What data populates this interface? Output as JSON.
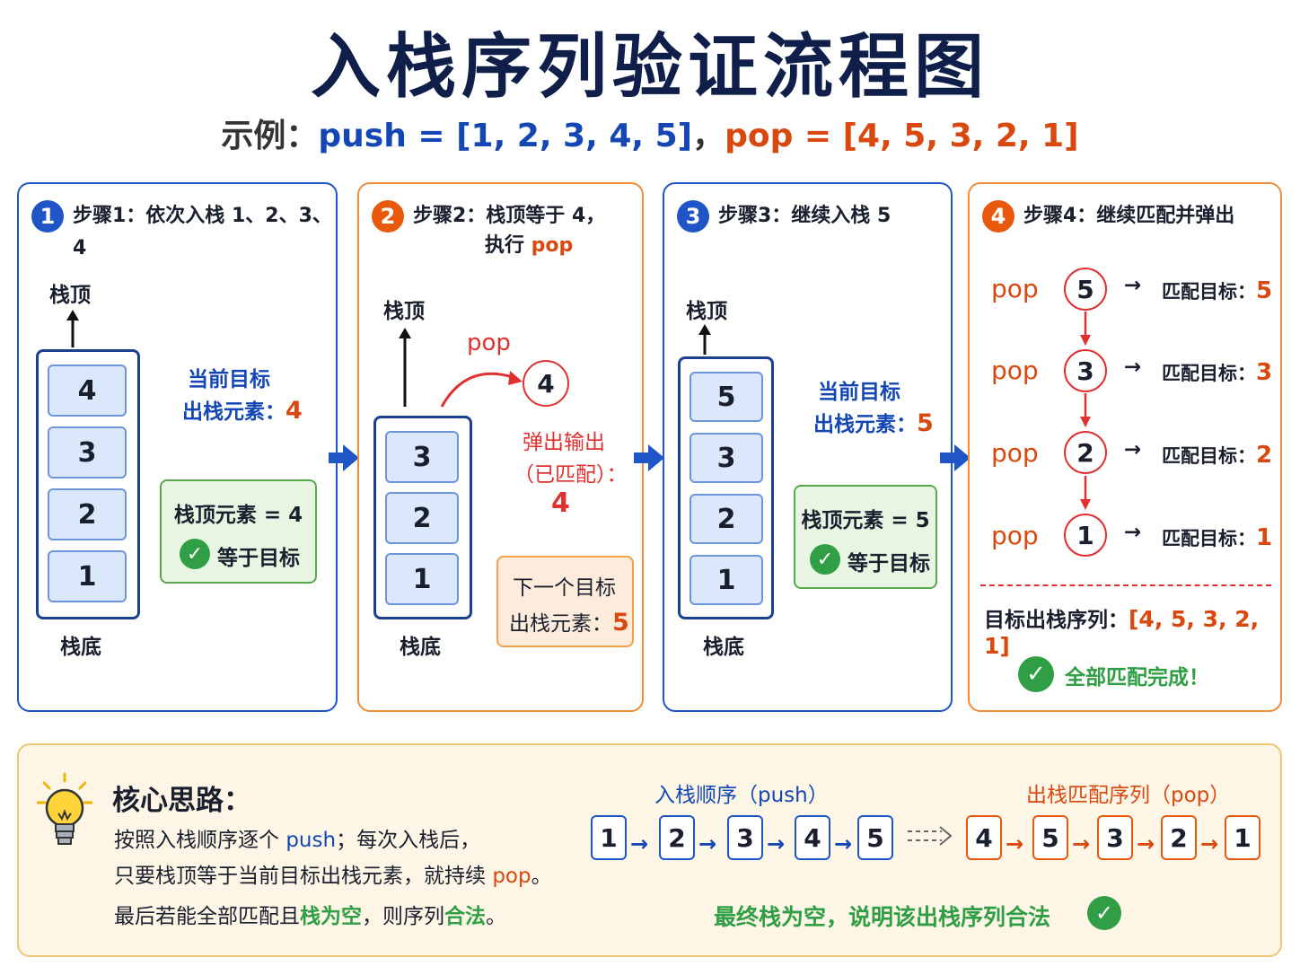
{
  "title": "入栈序列验证流程图",
  "subtitle": {
    "prefix": "示例：",
    "push_part": "push = [1, 2, 3, 4, 5]",
    "sep": "，",
    "pop_part": "pop = [4, 5, 3, 2, 1]"
  },
  "colors": {
    "blue": "#1f55c7",
    "orange": "#e8590c",
    "red": "#e03131",
    "green": "#2f9e44",
    "cell_fill": "#dbe7fb",
    "green_box_fill": "#e8f5e3",
    "bottom_fill": "#fdf6e6"
  },
  "step1": {
    "num": "1",
    "title": "步骤1：依次入栈 1、2、3、4",
    "top_label": "栈顶",
    "bottom_label": "栈底",
    "cells": [
      "4",
      "3",
      "2",
      "1"
    ],
    "target_label_1": "当前目标",
    "target_label_2": "出栈元素：",
    "target_value": "4",
    "check_line": "栈顶元素 = 4",
    "check_text": "等于目标"
  },
  "step2": {
    "num": "2",
    "title_1": "步骤2：栈顶等于 4，",
    "title_2a": "执行 ",
    "title_2b": "pop",
    "top_label": "栈顶",
    "bottom_label": "栈底",
    "cells": [
      "3",
      "2",
      "1"
    ],
    "pop_label": "pop",
    "popped": "4",
    "output_1": "弹出输出",
    "output_2": "（已匹配）：",
    "output_value": "4",
    "next_1": "下一个目标",
    "next_2": "出栈元素：",
    "next_value": "5"
  },
  "step3": {
    "num": "3",
    "title": "步骤3：继续入栈 5",
    "top_label": "栈顶",
    "bottom_label": "栈底",
    "cells": [
      "5",
      "3",
      "2",
      "1"
    ],
    "target_label_1": "当前目标",
    "target_label_2": "出栈元素：",
    "target_value": "5",
    "check_line": "栈顶元素 = 5",
    "check_text": "等于目标"
  },
  "step4": {
    "num": "4",
    "title": "步骤4：继续匹配并弹出",
    "rows": [
      {
        "op": "pop",
        "value": "5",
        "match": "匹配目标：",
        "target": "5"
      },
      {
        "op": "pop",
        "value": "3",
        "match": "匹配目标：",
        "target": "3"
      },
      {
        "op": "pop",
        "value": "2",
        "match": "匹配目标：",
        "target": "2"
      },
      {
        "op": "pop",
        "value": "1",
        "match": "匹配目标：",
        "target": "1"
      }
    ],
    "seq_label": "目标出栈序列：",
    "seq_value": "[4, 5, 3, 2, 1]",
    "done": "全部匹配完成！"
  },
  "core": {
    "icon": "lightbulb-icon",
    "heading": "核心思路：",
    "line1a": "按照入栈顺序逐个 ",
    "line1b": "push",
    "line1c": "；每次入栈后，",
    "line2a": "只要栈顶等于当前目标出栈元素，就持续 ",
    "line2b": "pop",
    "line2c": "。",
    "line3a": "最后若能全部匹配且",
    "line3b": "栈为空",
    "line3c": "，则序列",
    "line3d": "合法",
    "line3e": "。",
    "push_title": "入栈顺序（push）",
    "pop_title": "出栈匹配序列（pop）",
    "push_seq": [
      "1",
      "2",
      "3",
      "4",
      "5"
    ],
    "pop_seq": [
      "4",
      "5",
      "3",
      "2",
      "1"
    ],
    "conclusion": "最终栈为空，说明该出栈序列合法"
  }
}
